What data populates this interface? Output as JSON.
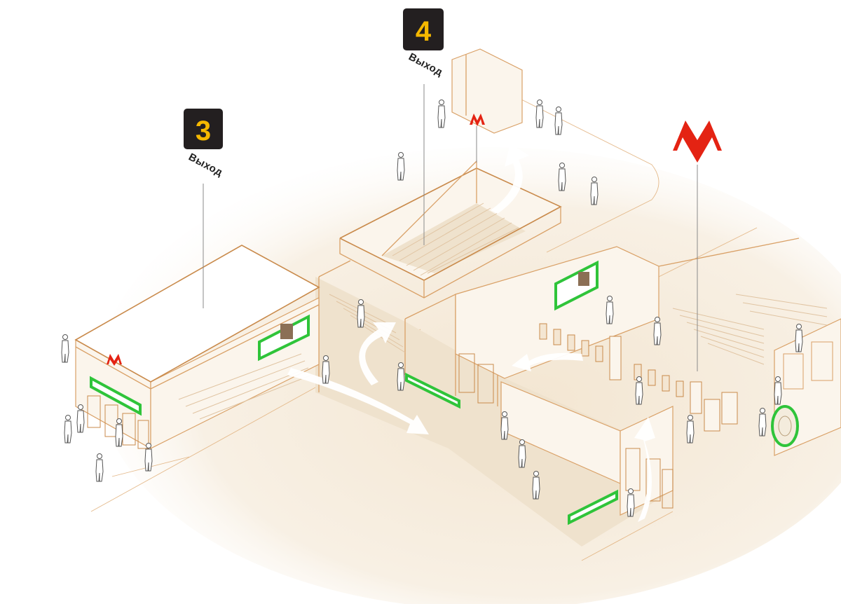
{
  "exit_3": {
    "number": "3",
    "label": "Выход"
  },
  "exit_4": {
    "number": "4",
    "label": "Выход"
  },
  "colors": {
    "metro_red": "#e42313",
    "sign_dark": "#231f20",
    "sign_yellow": "#f5b800",
    "line_orange": "#d9a066",
    "wayfinding_green": "#2fc43a",
    "floor": "#f7eee0"
  },
  "icons": [
    "metro-logo-icon",
    "walking-arrow-icon",
    "person-icon",
    "turnstile-icon"
  ]
}
